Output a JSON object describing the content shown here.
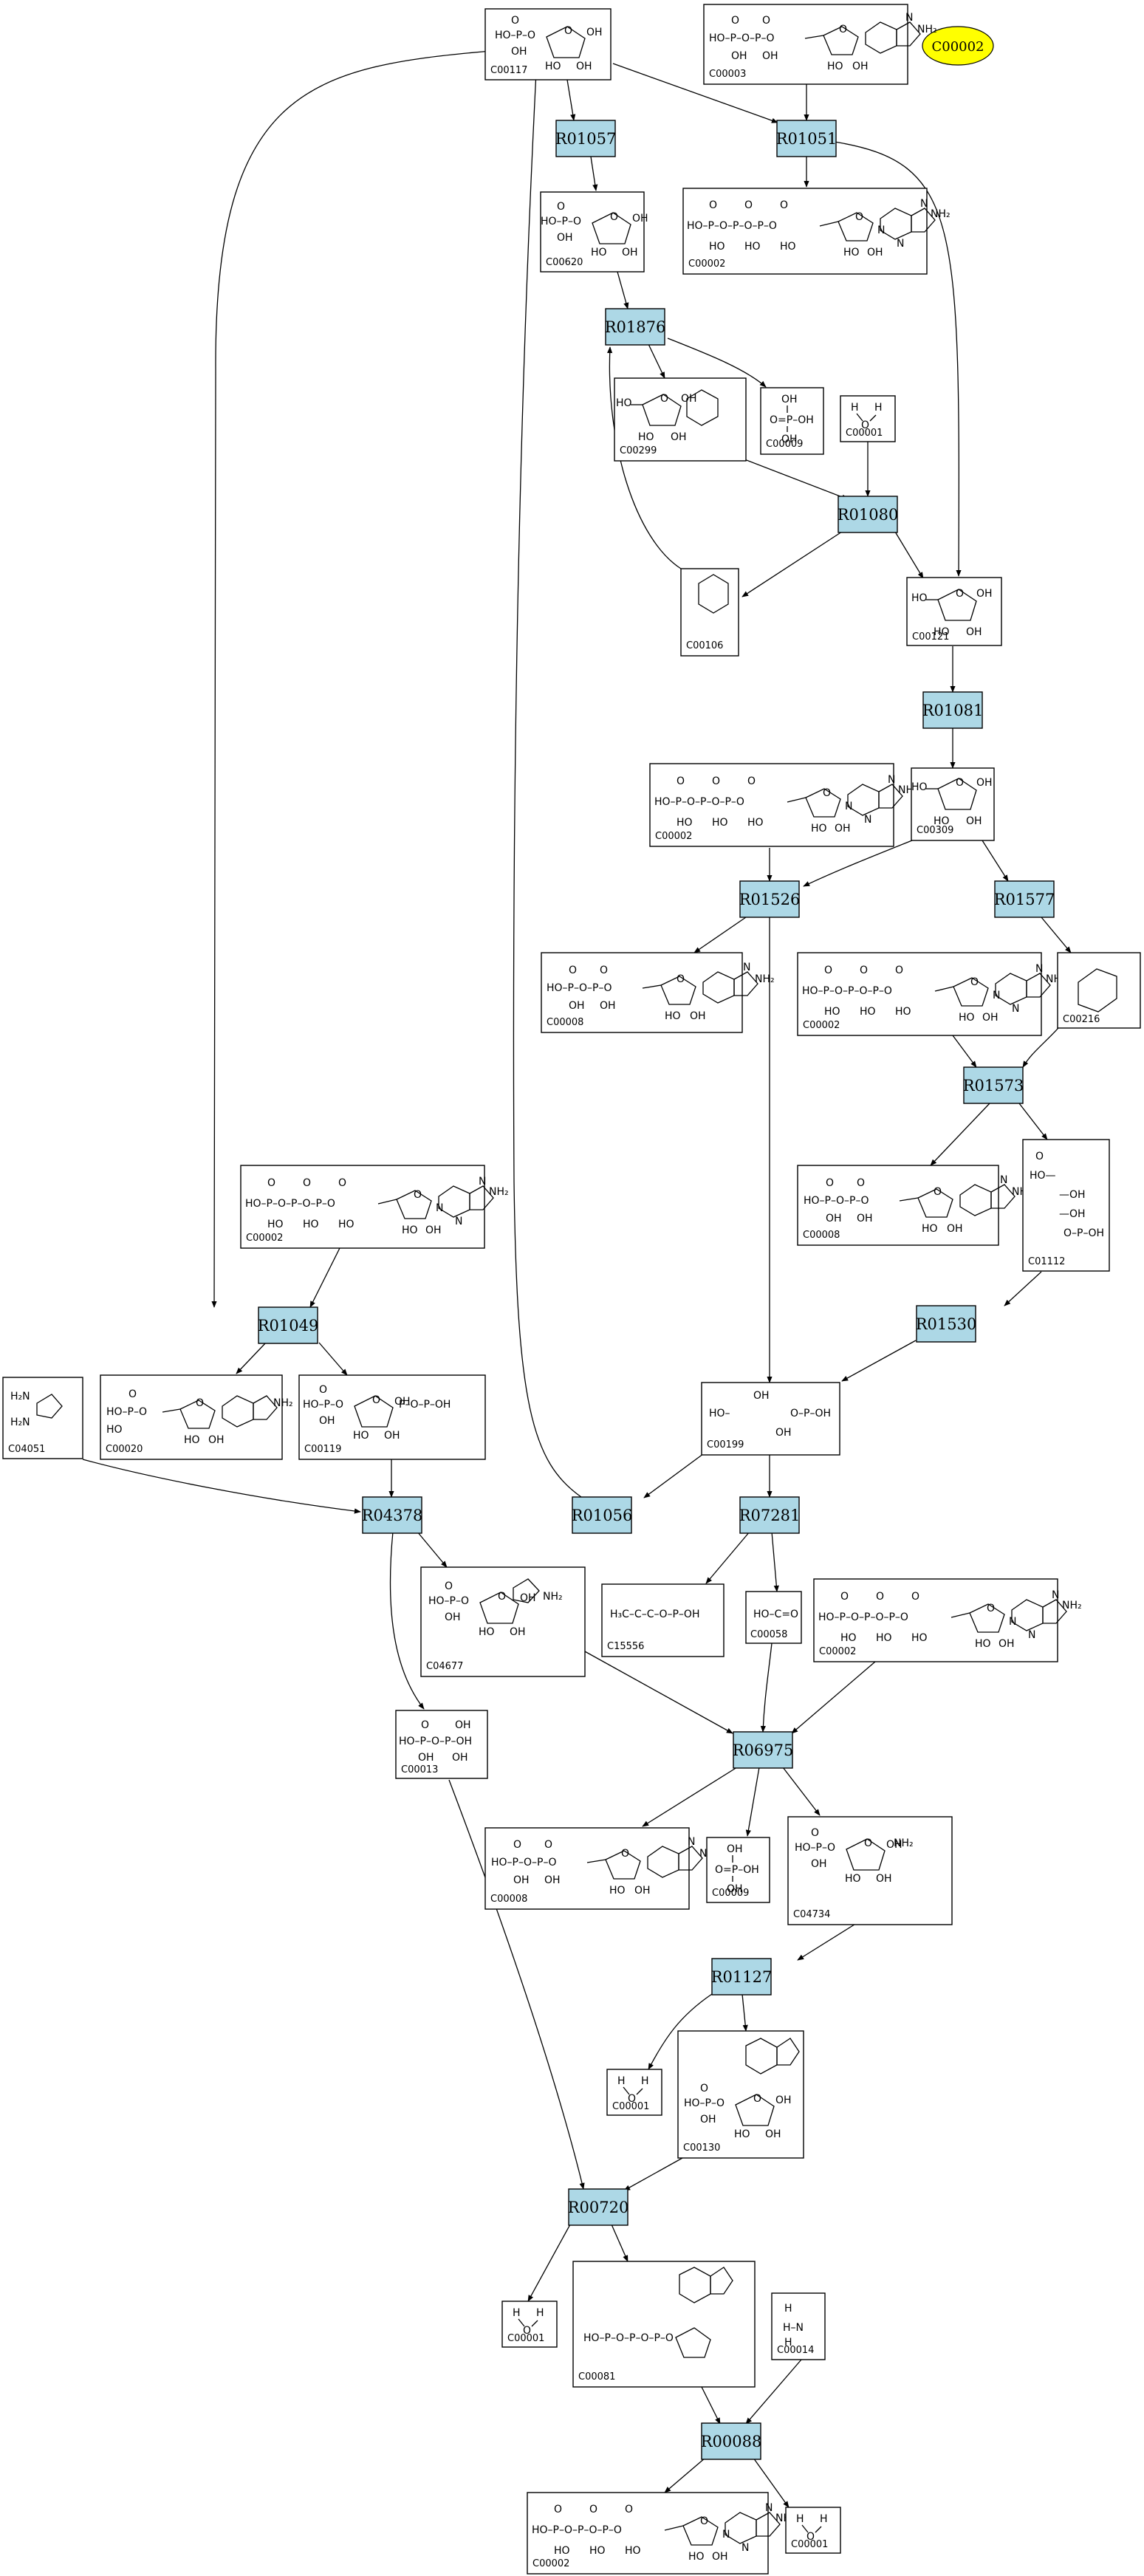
{
  "highlighted_compound": {
    "id": "C00002",
    "color": "#ffff00"
  },
  "reaction_color": "#add8e6",
  "reactions": [
    {
      "id": "R01057"
    },
    {
      "id": "R01051"
    },
    {
      "id": "R01876"
    },
    {
      "id": "R01080"
    },
    {
      "id": "R01081"
    },
    {
      "id": "R01526"
    },
    {
      "id": "R01577"
    },
    {
      "id": "R01573"
    },
    {
      "id": "R01049"
    },
    {
      "id": "R01530"
    },
    {
      "id": "R04378"
    },
    {
      "id": "R01056"
    },
    {
      "id": "R07281"
    },
    {
      "id": "R06975"
    },
    {
      "id": "R01127"
    },
    {
      "id": "R00720"
    },
    {
      "id": "R00088"
    }
  ],
  "compounds": [
    {
      "id": "C00117"
    },
    {
      "id": "C00003"
    },
    {
      "id": "C00620"
    },
    {
      "id": "C00002"
    },
    {
      "id": "C00299"
    },
    {
      "id": "C00009"
    },
    {
      "id": "C00001"
    },
    {
      "id": "C00106"
    },
    {
      "id": "C00121"
    },
    {
      "id": "C00309"
    },
    {
      "id": "C00216"
    },
    {
      "id": "C01112"
    },
    {
      "id": "C00020"
    },
    {
      "id": "C00119"
    },
    {
      "id": "C04051"
    },
    {
      "id": "C00199"
    },
    {
      "id": "C04677"
    },
    {
      "id": "C15556"
    },
    {
      "id": "C00058"
    },
    {
      "id": "C00013"
    },
    {
      "id": "C04734"
    },
    {
      "id": "C00130"
    },
    {
      "id": "C00081"
    },
    {
      "id": "C00014"
    }
  ],
  "edges": [
    {
      "from": "C00117",
      "to": "R01057"
    },
    {
      "from": "C00117",
      "to": "R01051"
    },
    {
      "from": "C00117",
      "to": "R01049"
    },
    {
      "from": "C00003",
      "to": "R01051"
    },
    {
      "from": "R01051",
      "to": "C00002"
    },
    {
      "from": "R01051",
      "to": "C00121"
    },
    {
      "from": "R01057",
      "to": "C00620"
    },
    {
      "from": "C00620",
      "to": "R01876"
    },
    {
      "from": "R01876",
      "to": "C00299"
    },
    {
      "from": "R01876",
      "to": "C00009"
    },
    {
      "from": "C00299",
      "to": "R01080"
    },
    {
      "from": "C00001",
      "to": "R01080"
    },
    {
      "from": "R01080",
      "to": "C00106"
    },
    {
      "from": "R01080",
      "to": "C00121"
    },
    {
      "from": "C00106",
      "to": "R01876"
    },
    {
      "from": "C00121",
      "to": "R01081"
    },
    {
      "from": "R01081",
      "to": "C00309"
    },
    {
      "from": "C00309",
      "to": "R01526"
    },
    {
      "from": "C00309",
      "to": "R01577"
    },
    {
      "from": "C00002",
      "to": "R01526"
    },
    {
      "from": "R01526",
      "to": "C00008"
    },
    {
      "from": "R01526",
      "to": "C00199"
    },
    {
      "from": "R01577",
      "to": "C00216"
    },
    {
      "from": "C00216",
      "to": "R01573"
    },
    {
      "from": "C00002",
      "to": "R01573"
    },
    {
      "from": "R01573",
      "to": "C00008"
    },
    {
      "from": "R01573",
      "to": "C01112"
    },
    {
      "from": "C01112",
      "to": "R01530"
    },
    {
      "from": "R01530",
      "to": "C00199"
    },
    {
      "from": "C00002",
      "to": "R01049"
    },
    {
      "from": "R01049",
      "to": "C00020"
    },
    {
      "from": "R01049",
      "to": "C00119"
    },
    {
      "from": "C00119",
      "to": "R04378"
    },
    {
      "from": "C04051",
      "to": "R04378"
    },
    {
      "from": "R04378",
      "to": "C04677"
    },
    {
      "from": "R04378",
      "to": "C00013"
    },
    {
      "from": "C00199",
      "to": "R01056"
    },
    {
      "from": "R01056",
      "to": "C00117"
    },
    {
      "from": "C00199",
      "to": "R07281"
    },
    {
      "from": "R07281",
      "to": "C15556"
    },
    {
      "from": "R07281",
      "to": "C00058"
    },
    {
      "from": "C00058",
      "to": "R06975"
    },
    {
      "from": "C04677",
      "to": "R06975"
    },
    {
      "from": "C00002",
      "to": "R06975"
    },
    {
      "from": "R06975",
      "to": "C00008"
    },
    {
      "from": "R06975",
      "to": "C00009"
    },
    {
      "from": "R06975",
      "to": "C04734"
    },
    {
      "from": "C04734",
      "to": "R01127"
    },
    {
      "from": "R01127",
      "to": "C00001"
    },
    {
      "from": "R01127",
      "to": "C00130"
    },
    {
      "from": "C00130",
      "to": "R00720"
    },
    {
      "from": "C00013",
      "to": "R00720"
    },
    {
      "from": "R00720",
      "to": "C00001"
    },
    {
      "from": "R00720",
      "to": "C00081"
    },
    {
      "from": "C00081",
      "to": "R00088"
    },
    {
      "from": "C00014",
      "to": "R00088"
    },
    {
      "from": "R00088",
      "to": "C00002"
    },
    {
      "from": "R00088",
      "to": "C00001"
    }
  ]
}
